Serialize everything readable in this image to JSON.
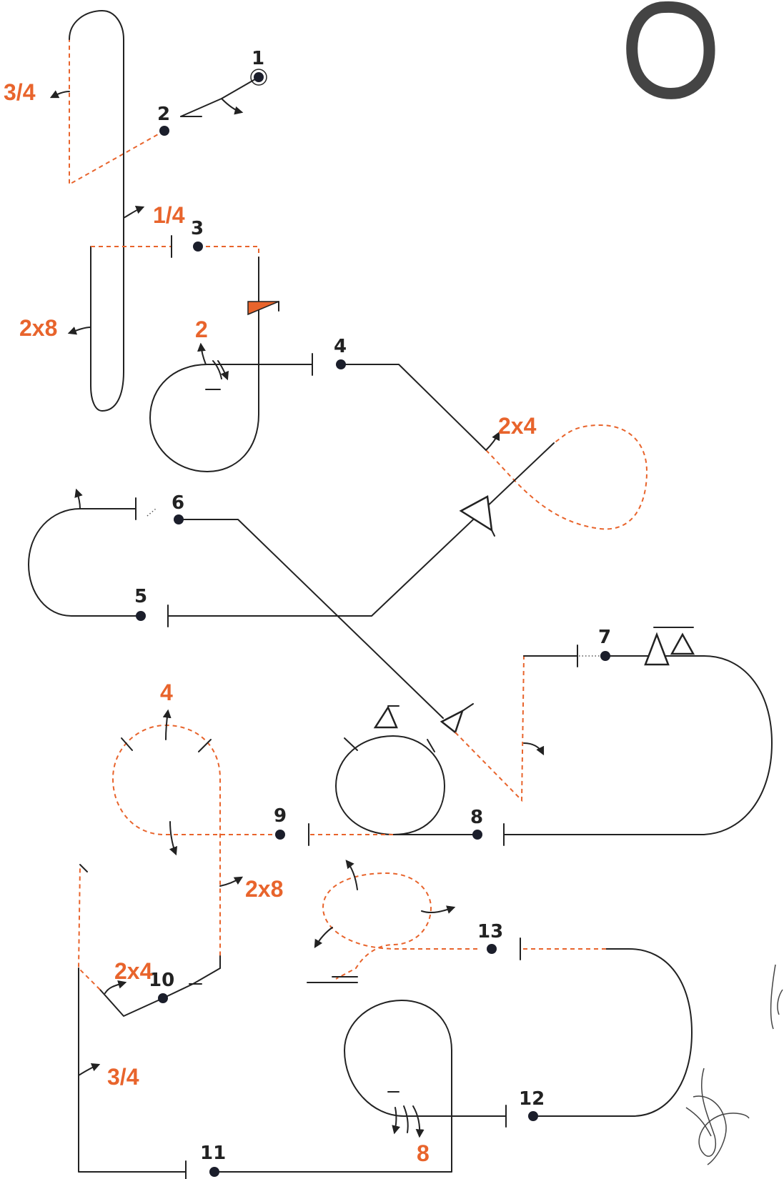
{
  "colors": {
    "line": "#222222",
    "accent": "#e8642c",
    "dot": "#1b1e2b",
    "sequence_mark": "#555555"
  },
  "nodes": [
    {
      "id": "node-1",
      "label": "1"
    },
    {
      "id": "node-2",
      "label": "2"
    },
    {
      "id": "node-3",
      "label": "3"
    },
    {
      "id": "node-4",
      "label": "4"
    },
    {
      "id": "node-5",
      "label": "5"
    },
    {
      "id": "node-6",
      "label": "6"
    },
    {
      "id": "node-7",
      "label": "7"
    },
    {
      "id": "node-8",
      "label": "8"
    },
    {
      "id": "node-9",
      "label": "9"
    },
    {
      "id": "node-10",
      "label": "10"
    },
    {
      "id": "node-11",
      "label": "11"
    },
    {
      "id": "node-12",
      "label": "12"
    },
    {
      "id": "node-13",
      "label": "13"
    }
  ],
  "labels": [
    {
      "id": "label-3-4-top",
      "text": "3/4"
    },
    {
      "id": "label-1-4",
      "text": "1/4"
    },
    {
      "id": "label-2x8-left",
      "text": "2x8"
    },
    {
      "id": "label-2",
      "text": "2"
    },
    {
      "id": "label-2x4-figure8",
      "text": "2x4"
    },
    {
      "id": "label-4",
      "text": "4"
    },
    {
      "id": "label-2x8-mid",
      "text": "2x8"
    },
    {
      "id": "label-2x4-lower",
      "text": "2x4"
    },
    {
      "id": "label-3-4-bottom",
      "text": "3/4"
    },
    {
      "id": "label-8",
      "text": "8"
    }
  ]
}
